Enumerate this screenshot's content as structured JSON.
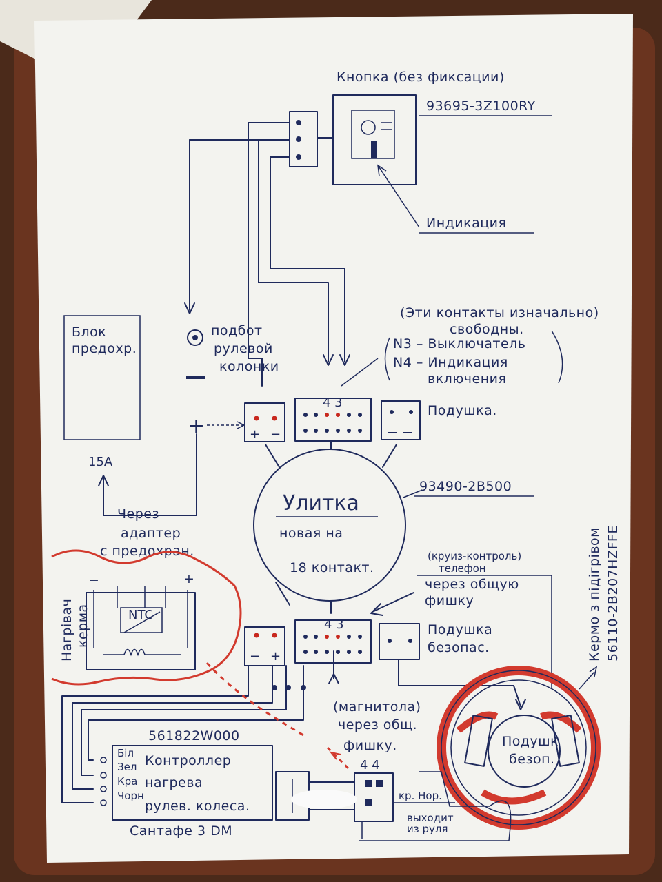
{
  "button": {
    "title": "Кнопка (без фиксации)",
    "part_number": "93695-3Z100RY",
    "indication_label": "Индикация"
  },
  "contacts_note": {
    "line1": "(Эти контакты изначально)",
    "line2": "свободны.",
    "n3": "N3 – Выключатель",
    "n4a": "N4 – Индикация",
    "n4b": "включения"
  },
  "fuse_block": {
    "line1": "Блок",
    "line2": "предохр.",
    "rating": "15А",
    "via_line1": "Через",
    "via_line2": "адаптер",
    "via_line3": "с предохран."
  },
  "steering_column": {
    "line1": "подбот",
    "line2": "рулевой",
    "line3": "колонки"
  },
  "airbag_top_label": "Подушка.",
  "airbag_bottom_line1": "Подушка",
  "airbag_bottom_line2": "безопас.",
  "clockspring": {
    "title": "Улитка",
    "line2": "новая на",
    "line3": "18 контакт.",
    "part_number": "93490-2B500",
    "pins_top": "4 3",
    "pins_bottom": "4 3"
  },
  "cruise_note": {
    "line1": "(круиз-контроль)",
    "line2": "телефон",
    "line3": "через общую",
    "line4": "фишку"
  },
  "radio_note": {
    "line1": "(магнитола)",
    "line2": "через общ.",
    "line3": "фишку."
  },
  "heater_label_line1": "Нагрівач",
  "heater_label_line2": "керма",
  "ntc_label": "NTC",
  "controller": {
    "part_number": "561822W000",
    "line1": "Контроллер",
    "line2": "нагрева",
    "line3": "рулев. колеса.",
    "wires": [
      "Біл",
      "Зел",
      "Кра",
      "Чорн"
    ]
  },
  "footer_label": "Сантафе 3 DM",
  "bottom_connector_pins": "4 4",
  "horn_label": "кр. Нор.",
  "exit_line1": "выходит",
  "exit_line2": "из руля",
  "wheel": {
    "side_line1": "Кермо з підігрівом",
    "side_line2": "56110-2B207HZFFE",
    "center_line1": "Подушк",
    "center_line2": "безоп."
  },
  "colors": {
    "paper": "#f3f3ef",
    "ink": "#1f2a5c",
    "red_ink": "#d23a2e",
    "wood": "#5a2e1c"
  }
}
